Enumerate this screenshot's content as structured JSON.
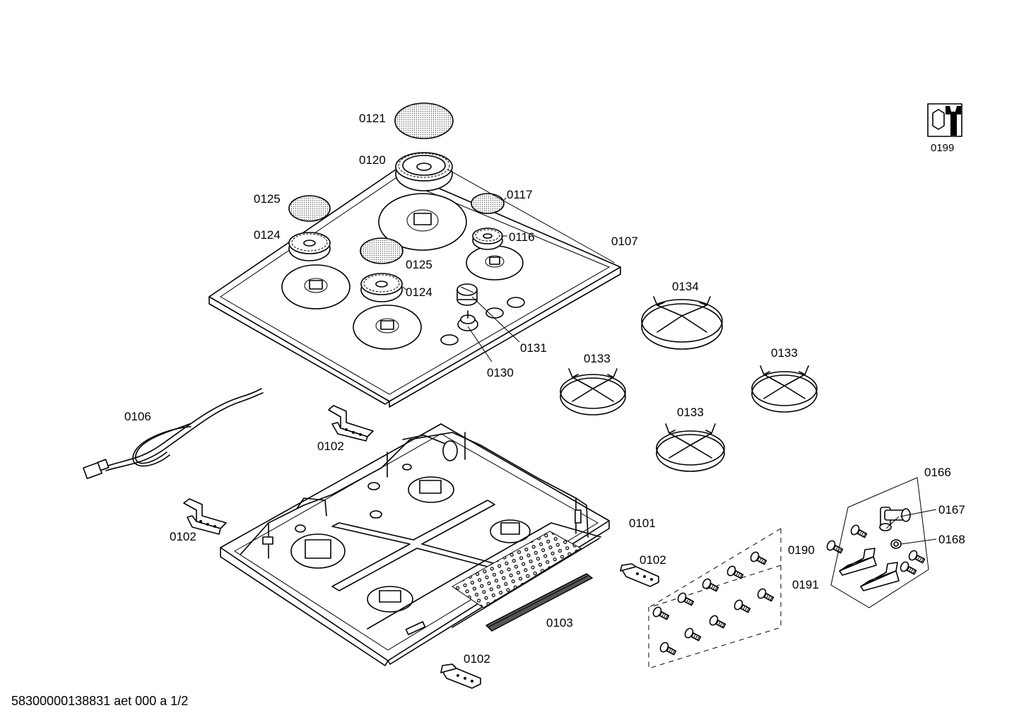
{
  "labels": {
    "p0121": "0121",
    "p0120": "0120",
    "p0125a": "0125",
    "p0117": "0117",
    "p0124a": "0124",
    "p0116": "0116",
    "p0107": "0107",
    "p0125b": "0125",
    "p0124b": "0124",
    "p0134": "0134",
    "p0131": "0131",
    "p0130": "0130",
    "p0133a": "0133",
    "p0133b": "0133",
    "p0133c": "0133",
    "p0106": "0106",
    "p0102a": "0102",
    "p0102b": "0102",
    "p0102c": "0102",
    "p0102d": "0102",
    "p0101": "0101",
    "p0166": "0166",
    "p0167": "0167",
    "p0168": "0168",
    "p0190": "0190",
    "p0191": "0191",
    "p0103": "0103",
    "p0199": "0199"
  },
  "footer": "58300000138831 aet 000 a 1/2",
  "icons": {
    "service": "wrench-nut-icon"
  },
  "colors": {
    "line": "#000000",
    "background": "#ffffff"
  }
}
